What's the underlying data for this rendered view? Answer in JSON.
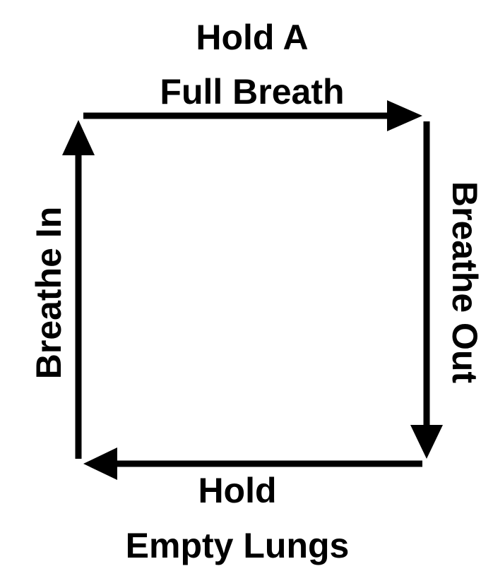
{
  "diagram": {
    "top": {
      "line1": "Hold A",
      "line2": "Full Breath"
    },
    "right": {
      "label": "Breathe Out"
    },
    "bottom": {
      "line1": "Hold",
      "line2": "Empty Lungs"
    },
    "left": {
      "label": "Breathe In"
    }
  },
  "colors": {
    "stroke": "#000000",
    "background": "#ffffff"
  }
}
